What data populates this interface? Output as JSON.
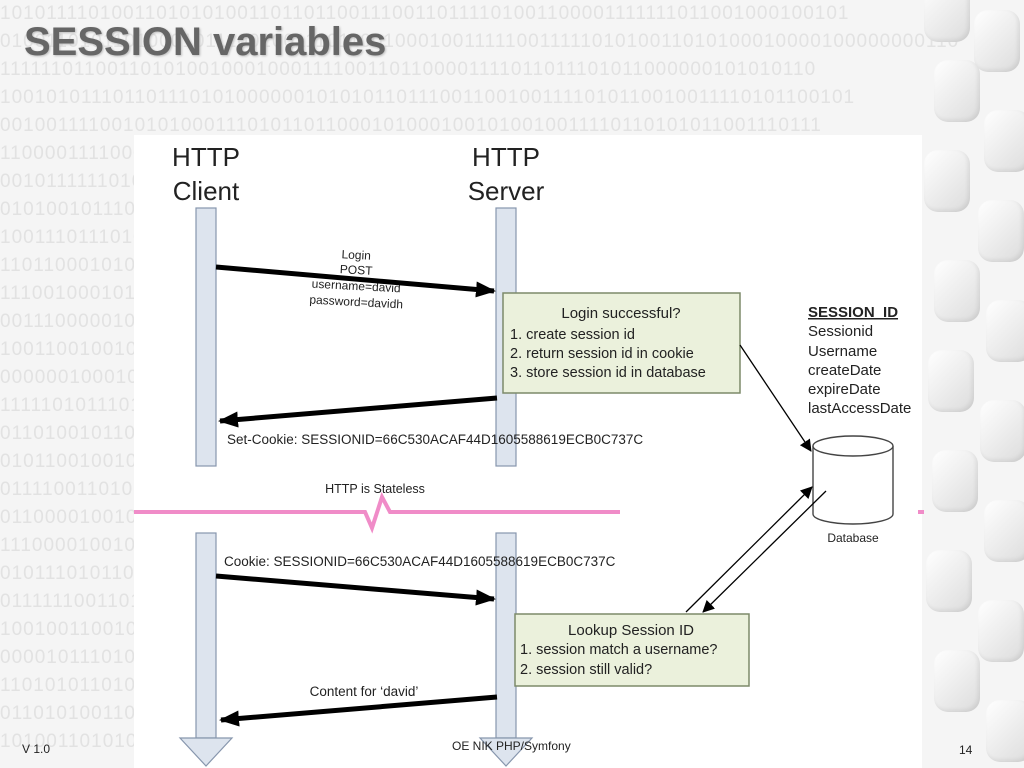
{
  "slide": {
    "title": "SESSION variables",
    "version": "V 1.0",
    "course": "OE NIK PHP/Symfony",
    "page": "14"
  },
  "diagram": {
    "client_label": [
      "HTTP",
      "Client"
    ],
    "server_label": [
      "HTTP",
      "Server"
    ],
    "login_request": [
      "Login",
      "POST",
      "username=david",
      "password=davidh"
    ],
    "login_box": {
      "title": "Login successful?",
      "items": [
        "1. create session id",
        "2. return session id in cookie",
        "3. store session id in database"
      ]
    },
    "session_table": {
      "title": "SESSION_ID",
      "fields": [
        "Sessionid",
        "Username",
        "createDate",
        "expireDate",
        "lastAccessDate"
      ]
    },
    "set_cookie": "Set-Cookie: SESSIONID=66C530ACAF44D1605588619ECB0C737C",
    "stateless": "HTTP is Stateless",
    "database": "Database",
    "cookie": "Cookie: SESSIONID=66C530ACAF44D1605588619ECB0C737C",
    "lookup_box": {
      "title": "Lookup Session ID",
      "items": [
        "1.  session match a username?",
        "2.  session still valid?"
      ]
    },
    "content": "Content for ‘david’"
  },
  "colors": {
    "lifeline_fill": "#dde4ee",
    "lifeline_stroke": "#8796ad",
    "note_fill": "#ebf1dc",
    "note_stroke": "#7d8a6a",
    "stateless_line": "#f08cc8"
  }
}
